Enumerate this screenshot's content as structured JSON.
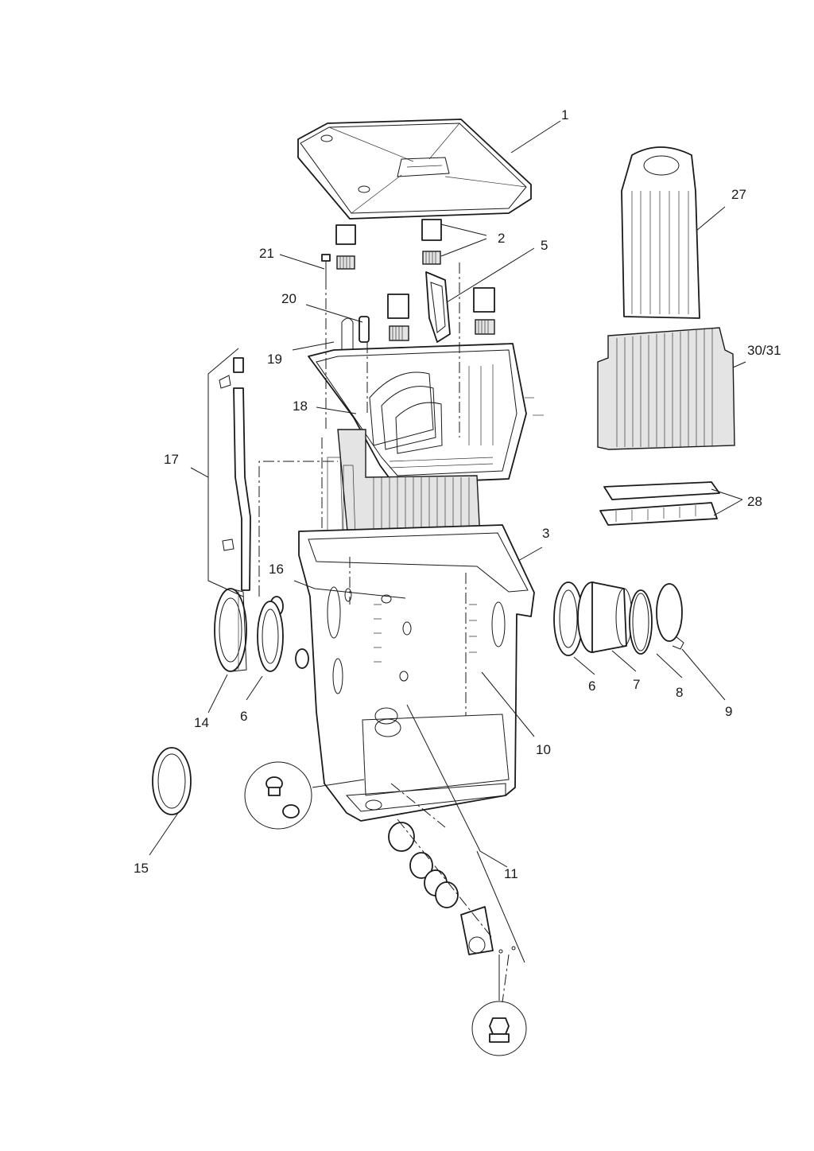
{
  "callouts": [
    {
      "id": "1",
      "label": "1"
    },
    {
      "id": "2",
      "label": "2"
    },
    {
      "id": "3",
      "label": "3"
    },
    {
      "id": "5",
      "label": "5"
    },
    {
      "id": "6a",
      "label": "6"
    },
    {
      "id": "6b",
      "label": "6"
    },
    {
      "id": "7",
      "label": "7"
    },
    {
      "id": "8",
      "label": "8"
    },
    {
      "id": "9",
      "label": "9"
    },
    {
      "id": "10",
      "label": "10"
    },
    {
      "id": "11",
      "label": "11"
    },
    {
      "id": "14",
      "label": "14"
    },
    {
      "id": "15",
      "label": "15"
    },
    {
      "id": "16",
      "label": "16"
    },
    {
      "id": "17",
      "label": "17"
    },
    {
      "id": "18",
      "label": "18"
    },
    {
      "id": "19",
      "label": "19"
    },
    {
      "id": "20",
      "label": "20"
    },
    {
      "id": "21",
      "label": "21"
    },
    {
      "id": "27",
      "label": "27"
    },
    {
      "id": "28",
      "label": "28"
    },
    {
      "id": "3031",
      "label": "30/31"
    }
  ]
}
